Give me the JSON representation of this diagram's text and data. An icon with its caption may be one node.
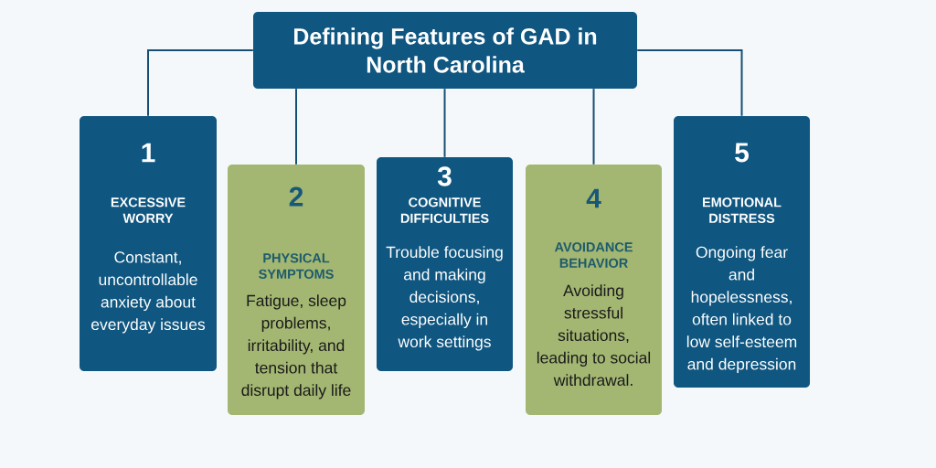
{
  "diagram": {
    "nodes": [
      {
        "text": [
          "Defining Features of GAD in North Carolina"
        ]
      },
      {
        "text": [
          "1",
          "EXCESSIVE WORRY",
          "Constant, uncontrollable anxiety about everyday issues"
        ]
      },
      {
        "text": [
          "2",
          "PHYSICAL SYMPTOMS",
          "Fatigue, sleep problems, irritability, and tension that disrupt daily life"
        ]
      },
      {
        "text": [
          "3",
          "COGNITIVE DIFFICULTIES",
          "Trouble focusing and making decisions, especially in work settings"
        ]
      },
      {
        "text": [
          "4",
          "AVOIDANCE BEHAVIOR",
          "Avoiding stressful situations, leading to social withdrawal."
        ]
      },
      {
        "text": [
          "5",
          "EMOTIONAL DISTRESS",
          "Ongoing fear and hopelessness, often linked to low self-esteem and depression"
        ]
      }
    ],
    "edges": [
      {
        "from": 0,
        "to": 1,
        "arrow": "none"
      },
      {
        "from": 0,
        "to": 2,
        "arrow": "none"
      },
      {
        "from": 0,
        "to": 3,
        "arrow": "none"
      },
      {
        "from": 0,
        "to": 4,
        "arrow": "none"
      },
      {
        "from": 0,
        "to": 5,
        "arrow": "none"
      }
    ]
  }
}
